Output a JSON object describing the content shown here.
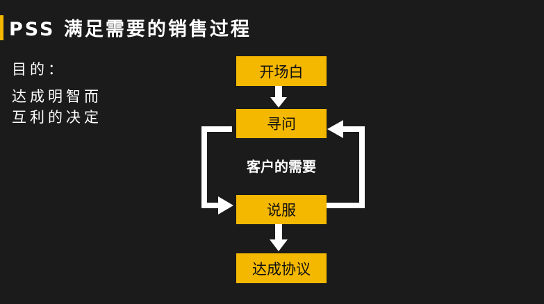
{
  "title": "PSS 满足需要的销售过程",
  "purpose": {
    "label": "目的：",
    "line1": "达成明智而",
    "line2": "互利的决定"
  },
  "flow": {
    "steps": [
      "开场白",
      "寻问",
      "说服",
      "达成协议"
    ],
    "center_label": "客户的需要"
  },
  "colors": {
    "accent": "#f5b800",
    "background": "#1b1b1b",
    "text": "#ffffff",
    "box_text": "#111111"
  }
}
